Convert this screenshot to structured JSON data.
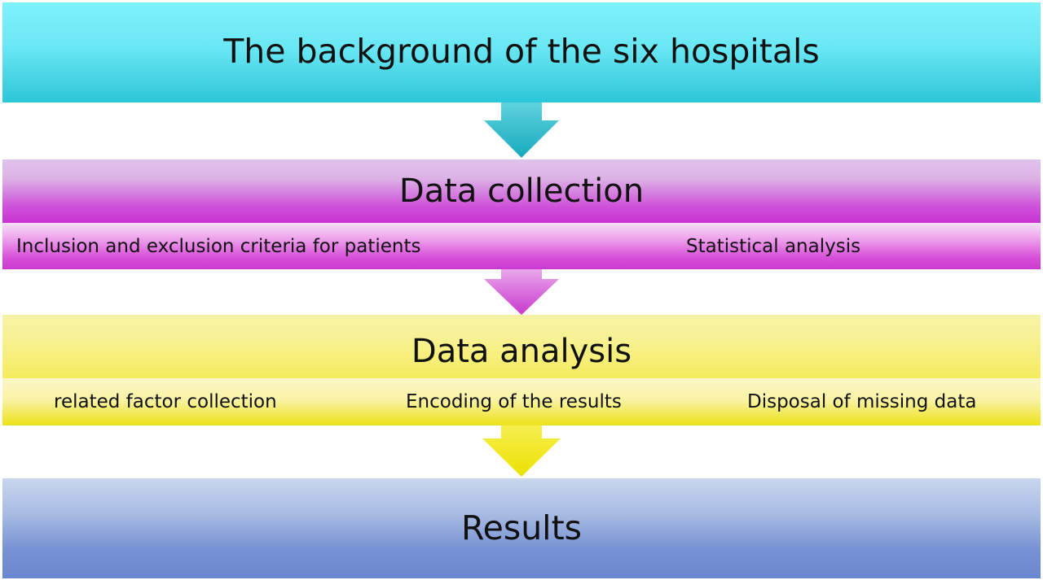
{
  "steps": [
    {
      "title": "The background of the six hospitals",
      "color": "#6ae7f4"
    },
    {
      "title": "Data collection",
      "color": "#cf4fd9",
      "items": [
        "Inclusion and exclusion criteria for patients",
        "Statistical analysis"
      ]
    },
    {
      "title": "Data analysis",
      "color": "#f4ec5c",
      "items": [
        "related factor collection",
        "Encoding of the results",
        "Disposal of missing data"
      ]
    },
    {
      "title": "Results",
      "color": "#7893d3"
    }
  ],
  "arrow_colors": [
    "#1eb6c6",
    "#d45ed6",
    "#f0e000"
  ]
}
